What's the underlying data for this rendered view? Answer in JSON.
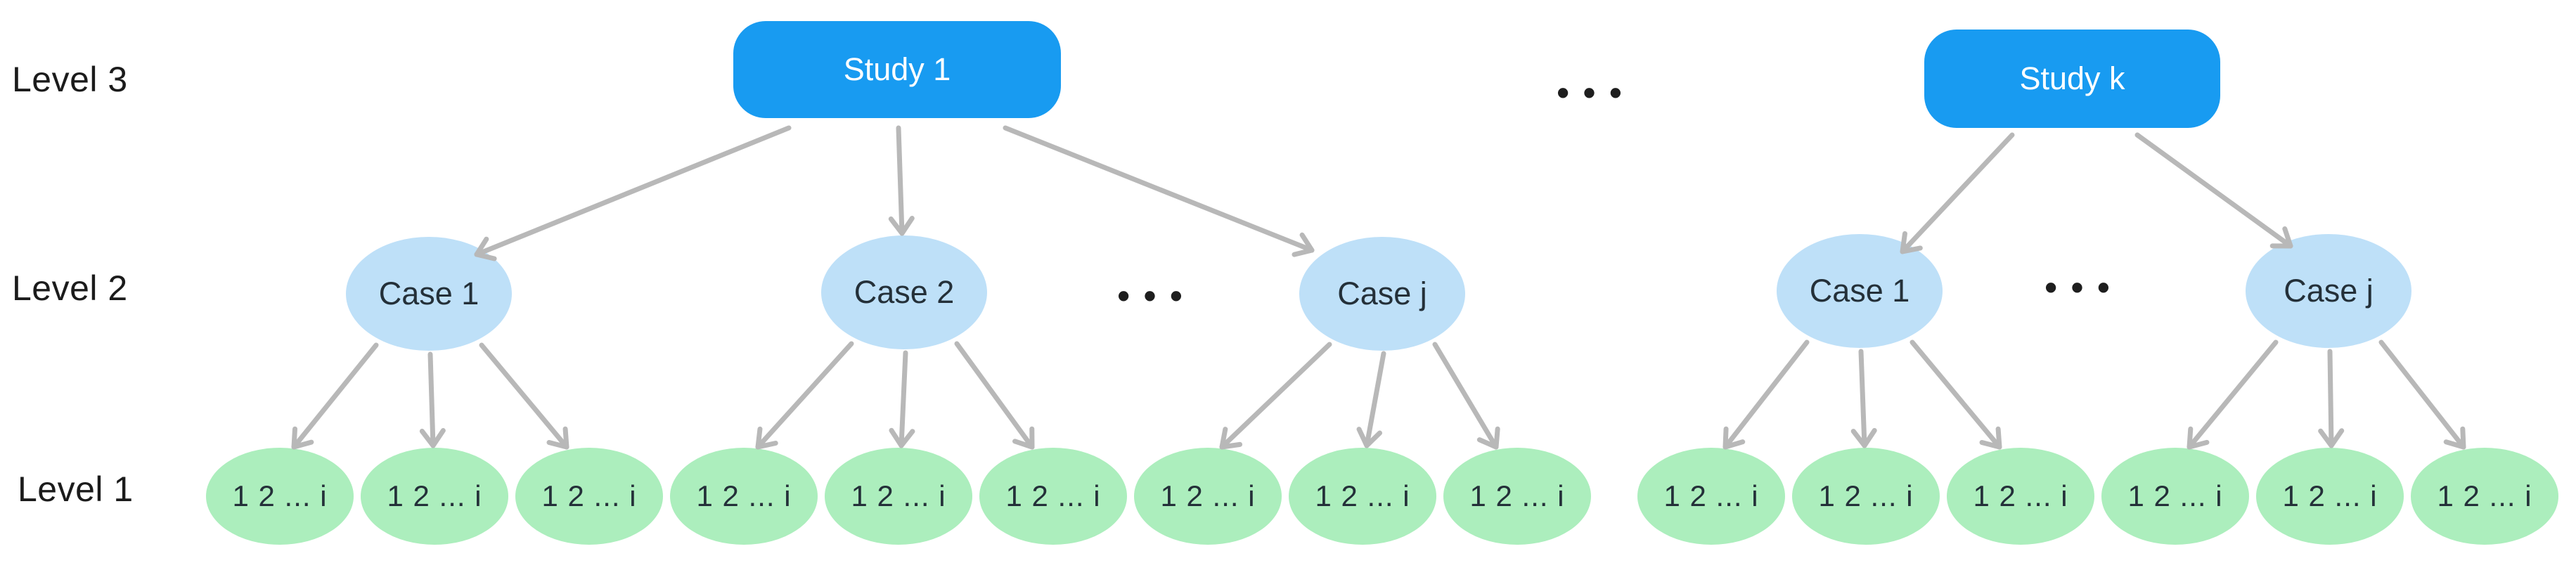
{
  "labels": {
    "level3": "Level 3",
    "level2": "Level 2",
    "level1": "Level 1"
  },
  "ellipsis": "• • •",
  "nodes": {
    "studies": [
      {
        "label": "Study 1"
      },
      {
        "label": "Study k"
      }
    ],
    "cases": [
      {
        "label": "Case 1"
      },
      {
        "label": "Case 2"
      },
      {
        "label": "Case j"
      },
      {
        "label": "Case 1"
      },
      {
        "label": "Case j"
      }
    ],
    "leaf_label": "1 2 ... i"
  },
  "colors": {
    "study-fill": "#189bf1",
    "study-text": "#ffffff",
    "case-fill": "#bee0f8",
    "leaf-fill": "#aceebd",
    "node-text": "#243039",
    "label-text": "#1b1b1b",
    "arrow": "#b8b8b8",
    "dots": "#1e1e1e",
    "background": "#ffffff"
  }
}
